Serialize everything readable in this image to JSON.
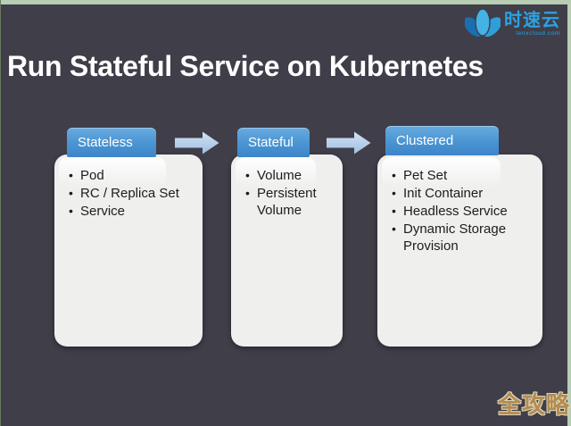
{
  "frame": {
    "border_color": "#b7cdb4"
  },
  "slide": {
    "background": "#3f3e49",
    "title": "Run Stateful Service on Kubernetes"
  },
  "logo": {
    "name": "时速云",
    "domain": "tenxcloud.com",
    "color": "#2aa3e3"
  },
  "flow": {
    "header_color": "#4a94d2",
    "arrow_color": "#b9cfe9",
    "card_color": "#efefee",
    "columns": [
      {
        "header": "Stateless",
        "items": [
          "Pod",
          "RC / Replica Set",
          "Service"
        ]
      },
      {
        "header": "Stateful",
        "items": [
          "Volume",
          "Persistent Volume"
        ]
      },
      {
        "header": "Clustered",
        "items": [
          "Pet Set",
          "Init Container",
          "Headless Service",
          "Dynamic Storage Provision"
        ]
      }
    ]
  },
  "watermark": {
    "text": "全攻略",
    "color": "#b38c50"
  }
}
